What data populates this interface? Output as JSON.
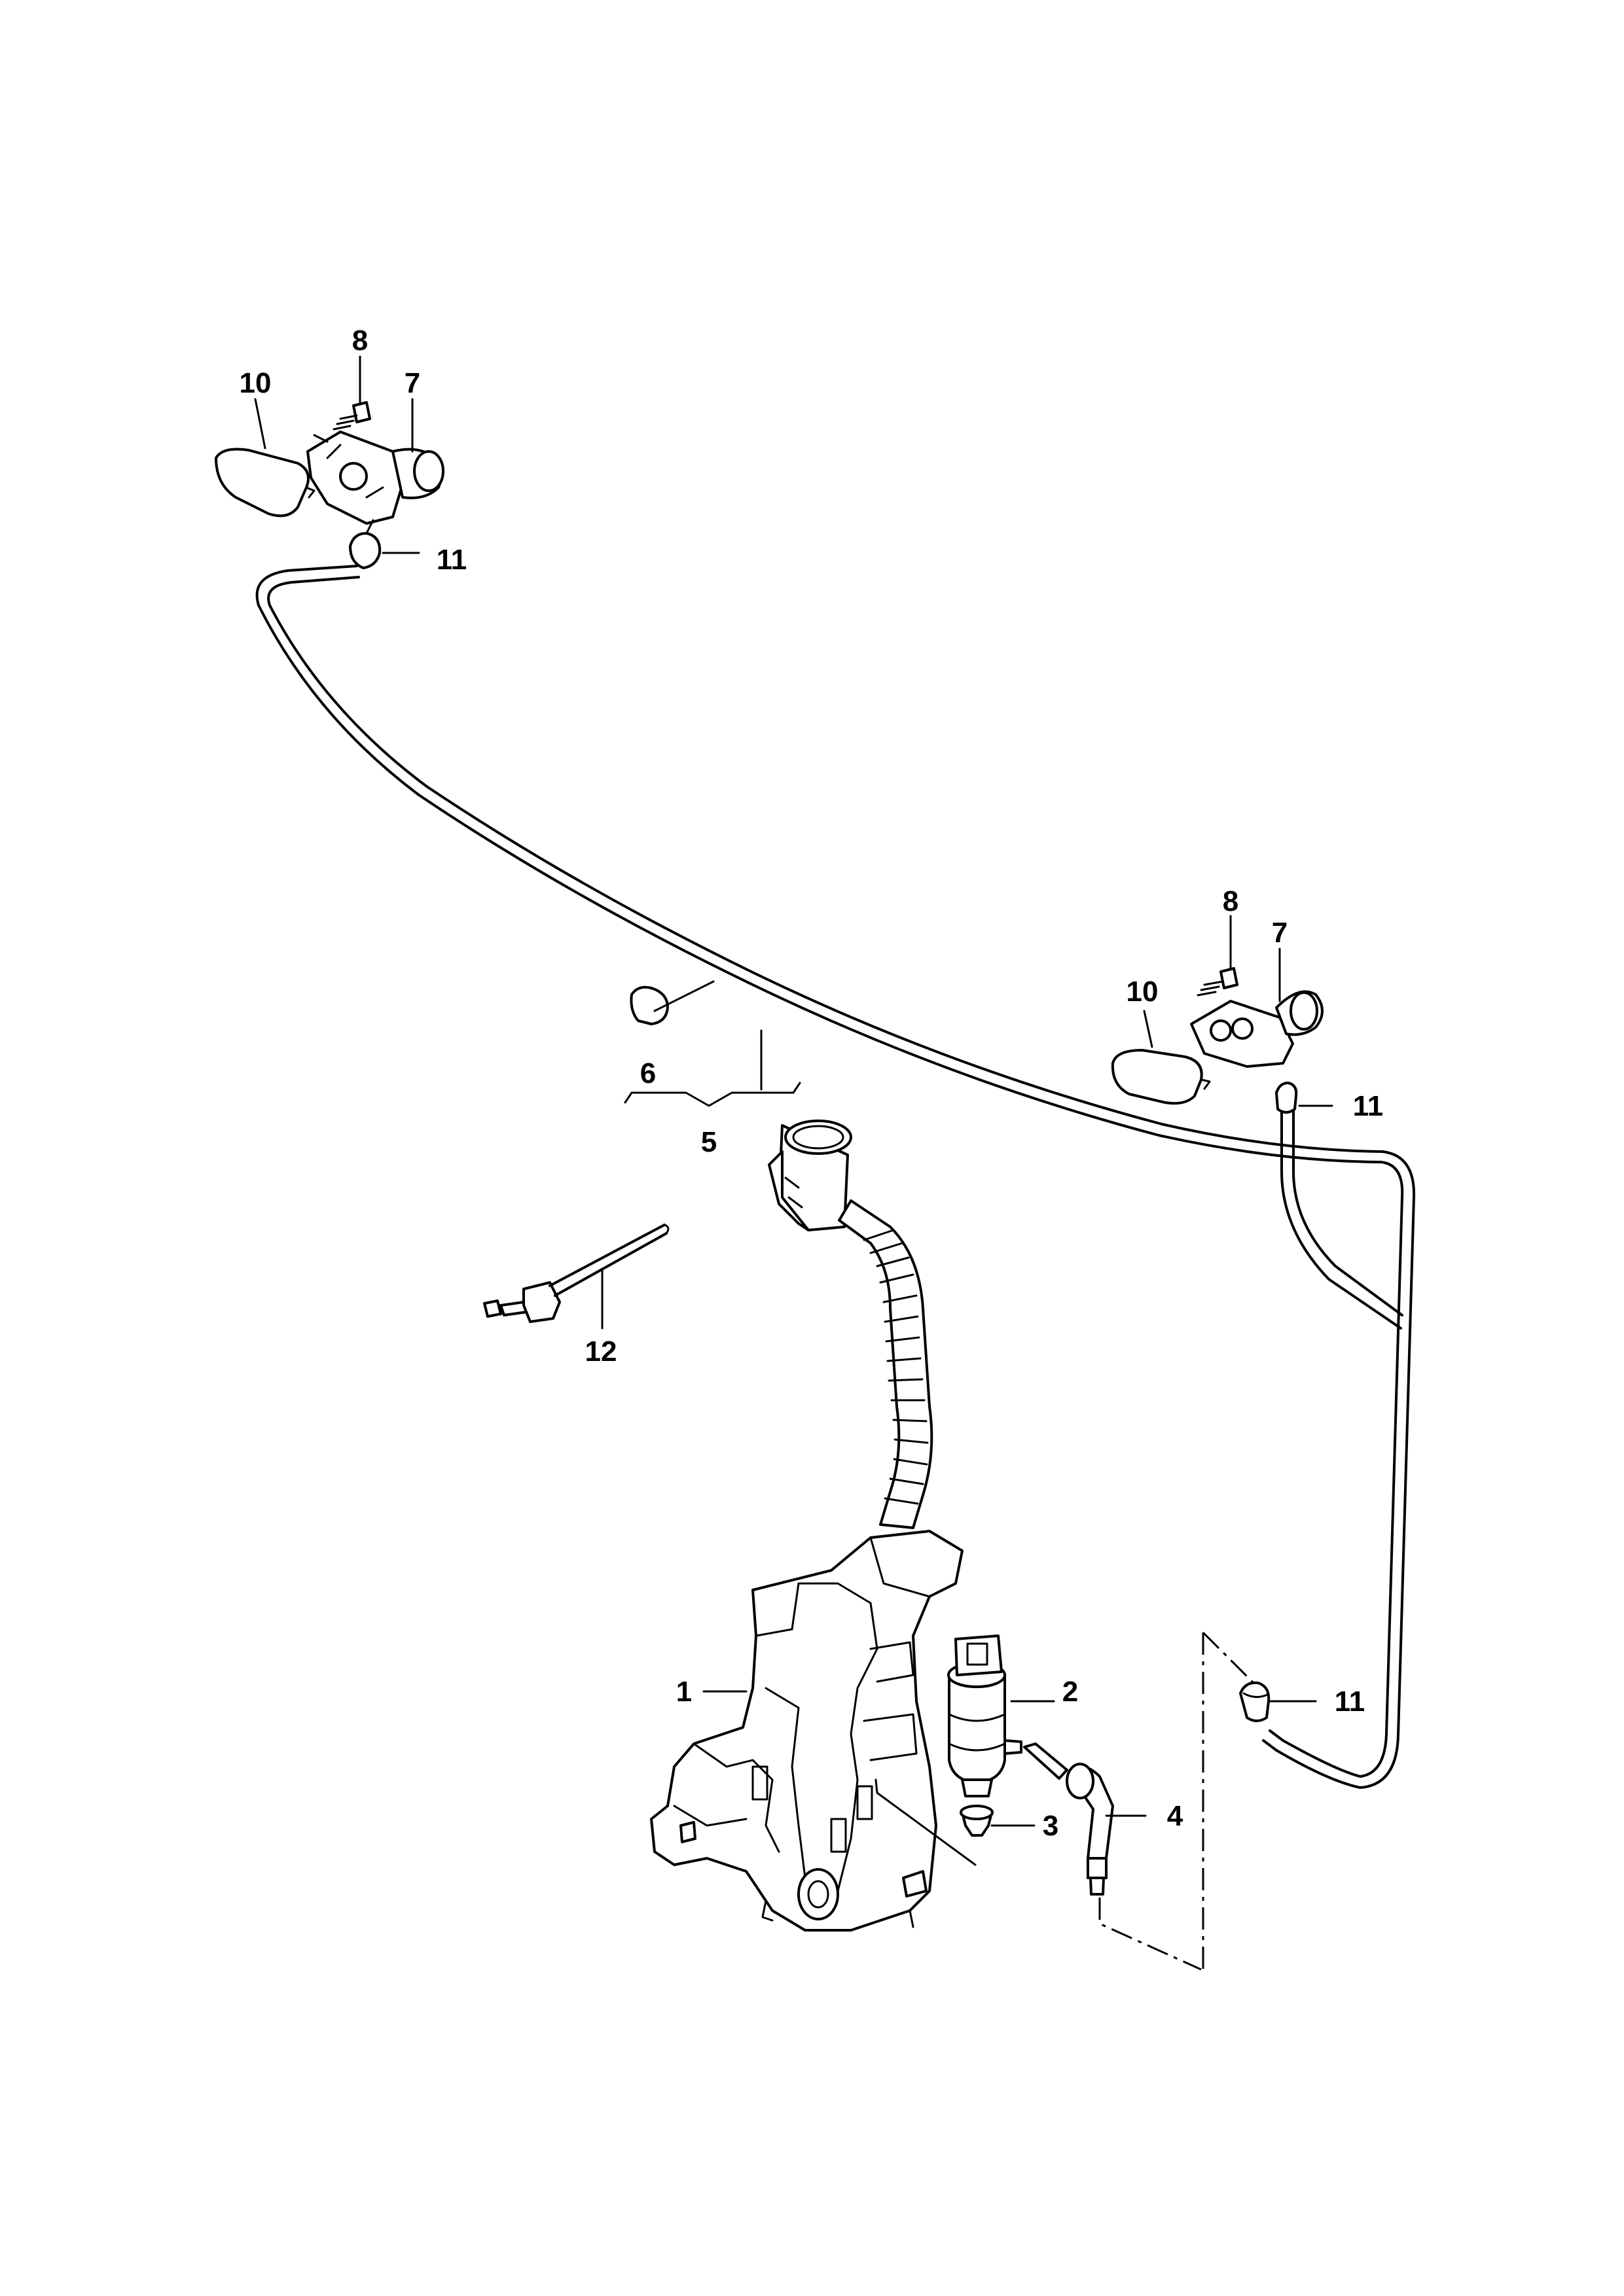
{
  "callouts": {
    "c1": "1",
    "c2": "2",
    "c3": "3",
    "c4": "4",
    "c5": "5",
    "c6": "6",
    "c7_left": "7",
    "c7_right": "7",
    "c8_left": "8",
    "c8_right": "8",
    "c10_left": "10",
    "c10_right": "10",
    "c11_left": "11",
    "c11_right_top": "11",
    "c11_right_bottom": "11",
    "c12": "12"
  }
}
